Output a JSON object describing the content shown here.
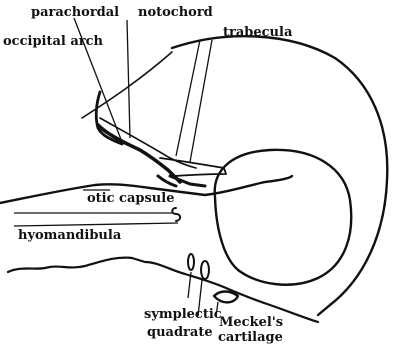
{
  "labels": {
    "parachordal": "parachordal",
    "notochord": "notochord",
    "trabecula": "trabecula",
    "occipital_arch": "occipital arch",
    "otic_capsule": "otic capsule",
    "hyomandibula": "hyomandibula",
    "symplectic": "symplectic",
    "quadrate": "quadrate",
    "meckels_line1": "Meckel's",
    "meckels_line2": "cartilage"
  }
}
